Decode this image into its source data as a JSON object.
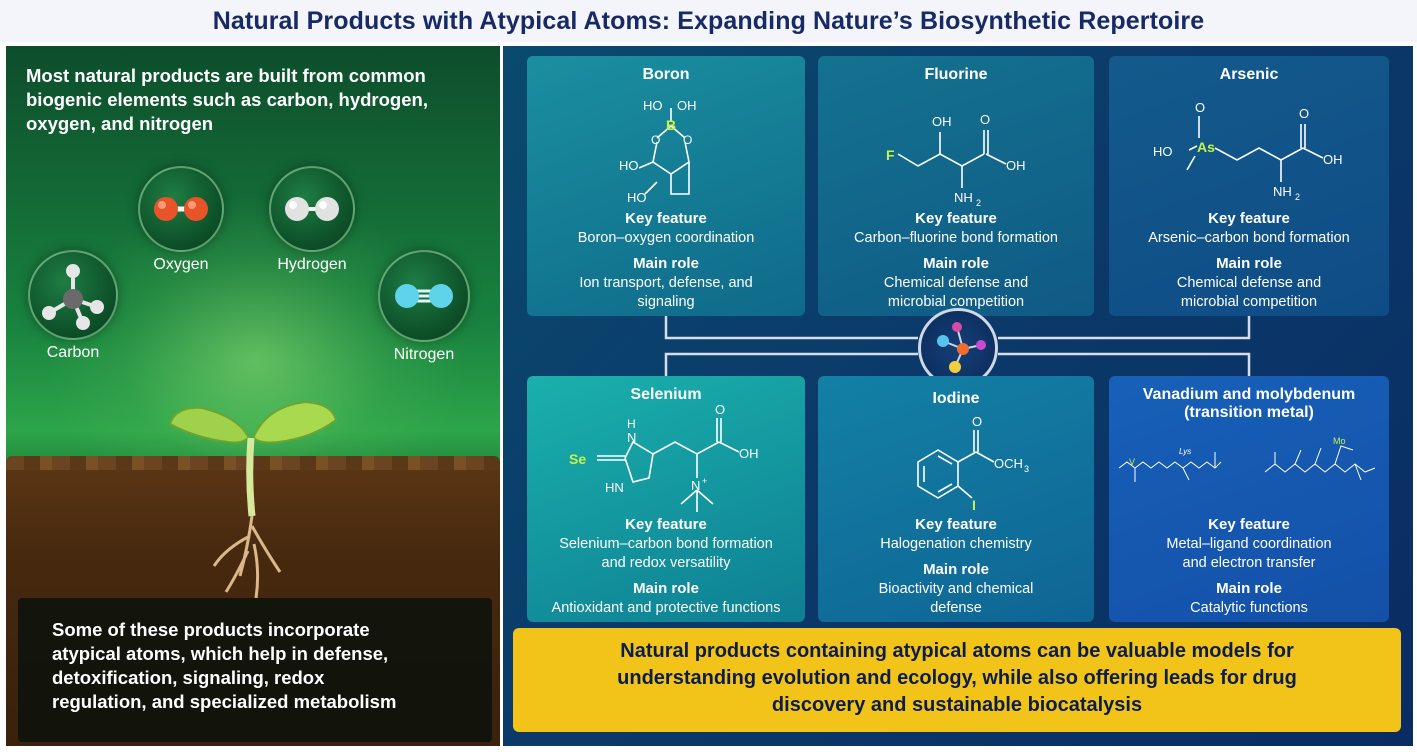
{
  "title": "Natural Products with Atypical Atoms: Expanding Nature’s Biosynthetic Repertoire",
  "left": {
    "intro_lines": [
      "Most natural products are built from common",
      "biogenic elements such as carbon, hydrogen,",
      "oxygen, and nitrogen"
    ],
    "atoms": {
      "carbon": "Carbon",
      "oxygen": "Oxygen",
      "hydrogen": "Hydrogen",
      "nitrogen": "Nitrogen"
    },
    "note_lines": [
      "Some of these products incorporate",
      "atypical atoms, which help in defense,",
      "detoxification, signaling, redox",
      "regulation, and specialized metabolism"
    ]
  },
  "cards": {
    "boron": {
      "title": "Boron",
      "key_feature_heading": "Key feature",
      "key_feature": "Boron–oxygen coordination",
      "main_role_heading": "Main role",
      "main_role_lines": [
        "Ion transport, defense, and",
        "signaling"
      ],
      "structure": {
        "ho1": "HO",
        "oh1": "OH",
        "b": "B",
        "o1": "O",
        "o2": "O",
        "ho2": "HO",
        "ho3": "HO"
      }
    },
    "fluorine": {
      "title": "Fluorine",
      "key_feature_heading": "Key feature",
      "key_feature": "Carbon–fluorine bond formation",
      "main_role_heading": "Main role",
      "main_role_lines": [
        "Chemical defense and",
        "microbial competition"
      ],
      "structure": {
        "oh": "OH",
        "o": "O",
        "f": "F",
        "oh2": "OH",
        "nh2": "NH",
        "sub2": "2"
      }
    },
    "arsenic": {
      "title": "Arsenic",
      "key_feature_heading": "Key feature",
      "key_feature": "Arsenic–carbon bond formation",
      "main_role_heading": "Main role",
      "main_role_lines": [
        "Chemical defense and",
        "microbial competition"
      ],
      "structure": {
        "o1": "O",
        "ho": "HO",
        "as": "As",
        "o2": "O",
        "oh": "OH",
        "nh2": "NH",
        "sub2": "2"
      }
    },
    "selenium": {
      "title": "Selenium",
      "key_feature_heading": "Key feature",
      "key_feature_lines": [
        "Selenium–carbon bond formation",
        "and  redox versatility"
      ],
      "main_role_heading": "Main role",
      "main_role_lines": [
        "Antioxidant and protective functions"
      ],
      "structure": {
        "h": "H",
        "n1": "N",
        "se": "Se",
        "hn": "HN",
        "o": "O",
        "oh": "OH",
        "nplus": "N",
        "plus": "+"
      }
    },
    "iodine": {
      "title": "Iodine",
      "key_feature_heading": "Key feature",
      "key_feature": "Halogenation chemistry",
      "main_role_heading": "Main role",
      "main_role_lines": [
        "Bioactivity and chemical",
        "defense"
      ],
      "structure": {
        "o": "O",
        "och3": "OCH",
        "sub3": "3",
        "i": "I"
      }
    },
    "vanadium": {
      "title_lines": [
        "Vanadium and molybdenum",
        "(transition metal)"
      ],
      "key_feature_heading": "Key feature",
      "key_feature_lines": [
        "Metal–ligand coordination",
        "and electron transfer"
      ],
      "main_role_heading": "Main role",
      "main_role_lines": [
        "Catalytic functions"
      ],
      "structure": {
        "lys": "Lys",
        "mo": "Mo",
        "v": "V"
      }
    }
  },
  "conclusion_lines": [
    "Natural products containing atypical atoms can be valuable models for",
    "understanding evolution and ecology, while also offering leads for drug",
    "discovery and sustainable biocatalysis"
  ],
  "colors": {
    "title": "#172a66",
    "highlight_atom": "#c6f24a",
    "conclusion_bg": "#f2c318",
    "oxygen_atom": "#e8532a",
    "hydrogen_atom": "#e2e2e2",
    "nitrogen_atom": "#5fd3ea",
    "carbon_atom": "#6a6a6a"
  }
}
